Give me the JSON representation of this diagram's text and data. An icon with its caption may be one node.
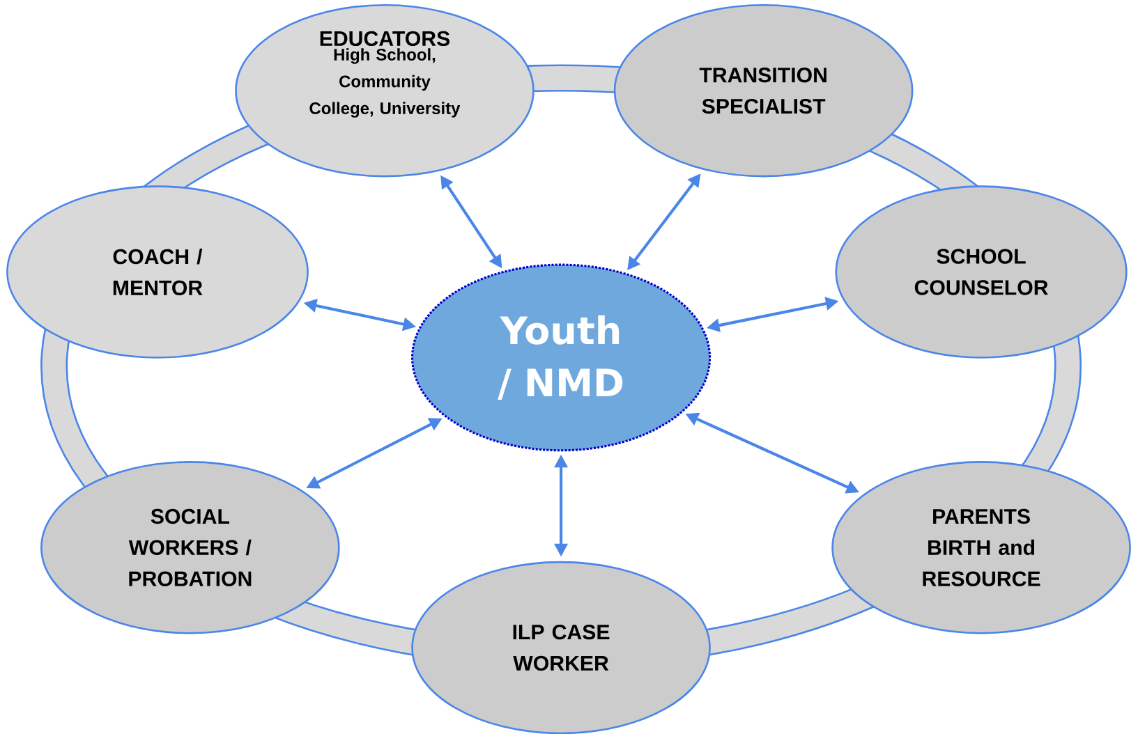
{
  "diagram": {
    "nodes": [
      {
        "text": [
          "EDUCATORS",
          "High School, Community College, University"
        ]
      },
      {
        "text": [
          "TRANSITION SPECIALIST"
        ]
      },
      {
        "text": [
          "COACH / MENTOR"
        ]
      },
      {
        "text": [
          "Youth / NMD"
        ]
      },
      {
        "text": [
          "SCHOOL COUNSELOR"
        ]
      },
      {
        "text": [
          "SOCIAL WORKERS / PROBATION"
        ]
      },
      {
        "text": [
          "PARENTS BIRTH and RESOURCE"
        ]
      },
      {
        "text": [
          "ILP CASE WORKER"
        ]
      }
    ],
    "edges": [
      {
        "from": 3,
        "to": 0,
        "arrow": "both"
      },
      {
        "from": 3,
        "to": 1,
        "arrow": "both"
      },
      {
        "from": 3,
        "to": 2,
        "arrow": "both"
      },
      {
        "from": 3,
        "to": 4,
        "arrow": "both"
      },
      {
        "from": 3,
        "to": 5,
        "arrow": "both"
      },
      {
        "from": 3,
        "to": 6,
        "arrow": "both"
      },
      {
        "from": 3,
        "to": 7,
        "arrow": "both"
      }
    ]
  }
}
